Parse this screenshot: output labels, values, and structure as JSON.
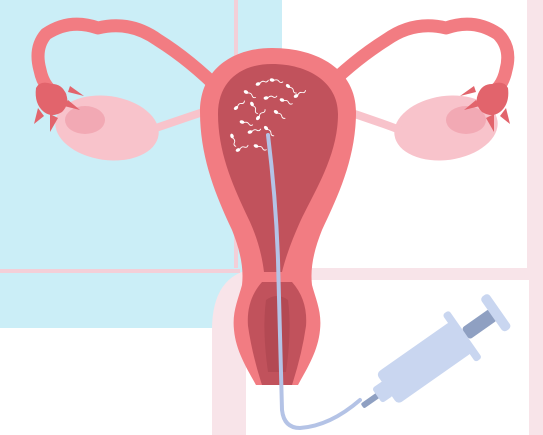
{
  "scene": {
    "subject": "uterus-anatomy-illustration",
    "elements": [
      "background-panels",
      "fallopian-tubes",
      "ovaries",
      "uterus",
      "cervix",
      "sperm-cells",
      "insemination-catheter",
      "syringe"
    ]
  },
  "colors": {
    "panel_blue": "#cbeef7",
    "panel_pink": "#f8e4e9",
    "panel_pink_line": "#f3cfd8",
    "tube": "#f27c82",
    "tube_dark": "#e2646c",
    "ovary": "#f8c3cb",
    "ovary_shade": "#f2a9b4",
    "uterus_outer": "#f27c82",
    "uterus_inner": "#c1525c",
    "uterus_inner_dark": "#a8424c",
    "catheter": "#c9d6f0",
    "catheter_stroke": "#b4c3e6",
    "syringe_barrel": "#c9d6f0",
    "syringe_plunger": "#8fa0c2",
    "sperm": "#ffffff"
  }
}
